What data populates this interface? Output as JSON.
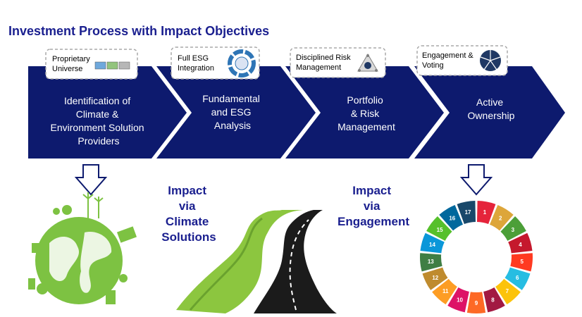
{
  "title": "Investment Process with Impact Objectives",
  "steps": [
    {
      "callout": [
        "Proprietary",
        "Universe"
      ],
      "label": [
        "Identification of",
        "Climate &",
        "Environment Solution",
        "Providers"
      ],
      "icon": "stock-tiles-icon"
    },
    {
      "callout": [
        "Full ESG",
        "Integration"
      ],
      "label": [
        "Fundamental",
        "and ESG",
        "Analysis"
      ],
      "icon": "esg-cycle-icon"
    },
    {
      "callout": [
        "Disciplined Risk",
        "Management"
      ],
      "label": [
        "Portfolio",
        "& Risk",
        "Management"
      ],
      "icon": "risk-triangle-icon"
    },
    {
      "callout": [
        "Engagement &",
        "Voting"
      ],
      "label": [
        "Active",
        "Ownership"
      ],
      "icon": "voting-wheel-icon"
    }
  ],
  "impacts": [
    {
      "lines": [
        "Impact",
        "via",
        "Climate",
        "Solutions"
      ]
    },
    {
      "lines": [
        "Impact",
        "via",
        "Engagement"
      ]
    }
  ],
  "illustrations": {
    "left": "green-earth-icon",
    "middle": "green-road-icon",
    "right": "sdg-wheel-icon"
  },
  "sdg_numbers": [
    "1",
    "2",
    "3",
    "4",
    "5",
    "6",
    "7",
    "8",
    "9",
    "10",
    "11",
    "12",
    "13",
    "14",
    "15",
    "16",
    "17"
  ],
  "colors": {
    "title": "#1a1f8f",
    "arrow": "#0d1a6e",
    "impact_text": "#1a1f8f",
    "earth_green": "#7dc242",
    "road_green": "#8cc63f",
    "road_dark": "#1b1b1b",
    "sdg": [
      "#e5243b",
      "#dda63a",
      "#4c9f38",
      "#c5192d",
      "#ff3a21",
      "#26bde2",
      "#fcc30b",
      "#a21942",
      "#fd6925",
      "#dd1367",
      "#fd9d24",
      "#bf8b2e",
      "#3f7e44",
      "#0a97d9",
      "#56c02b",
      "#00689d",
      "#19486a"
    ]
  }
}
